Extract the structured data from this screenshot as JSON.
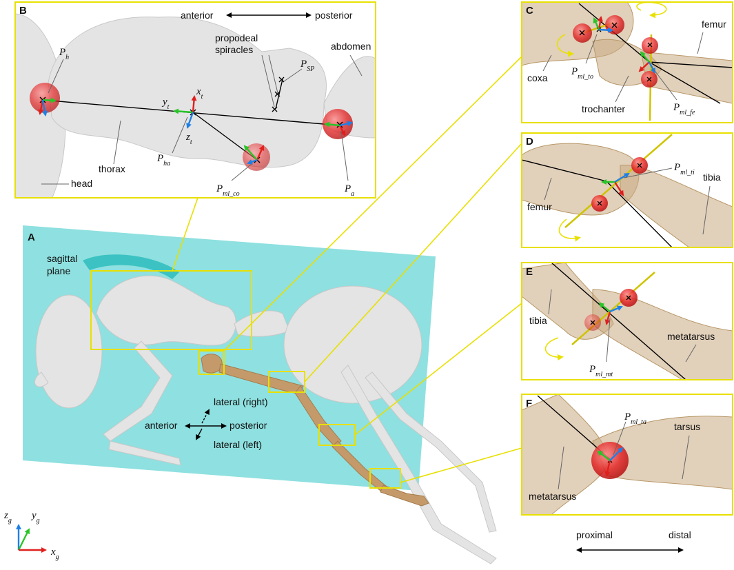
{
  "panels": {
    "A": {
      "letter": "A",
      "sagittal_line1": "sagittal",
      "sagittal_line2": "plane",
      "lateral_right": "lateral (right)",
      "lateral_left": "lateral (left)",
      "anterior": "anterior",
      "posterior": "posterior"
    },
    "B": {
      "letter": "B",
      "anterior": "anterior",
      "posterior": "posterior",
      "propodeal_line1": "propodeal",
      "propodeal_line2": "spiracles",
      "abdomen": "abdomen",
      "thorax": "thorax",
      "head": "head"
    },
    "C": {
      "letter": "C",
      "femur": "femur",
      "coxa": "coxa",
      "trochanter": "trochanter"
    },
    "D": {
      "letter": "D",
      "femur": "femur",
      "tibia": "tibia"
    },
    "E": {
      "letter": "E",
      "tibia": "tibia",
      "metatarsus": "metatarsus"
    },
    "F": {
      "letter": "F",
      "tarsus": "tarsus",
      "metatarsus": "metatarsus"
    }
  },
  "math": {
    "P": "P",
    "h": "h",
    "ha": "ha",
    "SP": "SP",
    "a": "a",
    "ml_co": "ml_co",
    "ml_to": "ml_to",
    "ml_fe": "ml_fe",
    "ml_ti": "ml_ti",
    "ml_mt": "ml_mt",
    "ml_ta": "ml_ta",
    "x": "x",
    "y": "y",
    "z": "z",
    "t": "t",
    "g": "g"
  },
  "bottom": {
    "proximal": "proximal",
    "distal": "distal"
  },
  "colors": {
    "sagittal_plane": "#8fe0e0",
    "frame": "#e8e000",
    "leg": "#c59a6a",
    "joint": "#e32626",
    "x_axis": "#e0201e",
    "y_axis": "#28c428",
    "z_axis": "#1e80e6"
  }
}
